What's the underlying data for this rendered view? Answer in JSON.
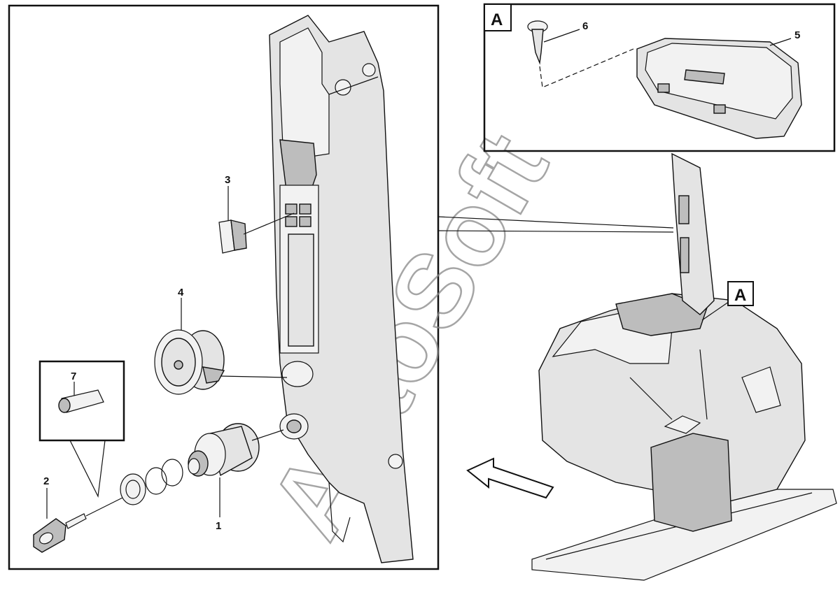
{
  "diagram": {
    "callouts": [
      "1",
      "2",
      "3",
      "4",
      "5",
      "6",
      "7"
    ],
    "detail_label": "A",
    "watermark": "AutoSoft"
  }
}
